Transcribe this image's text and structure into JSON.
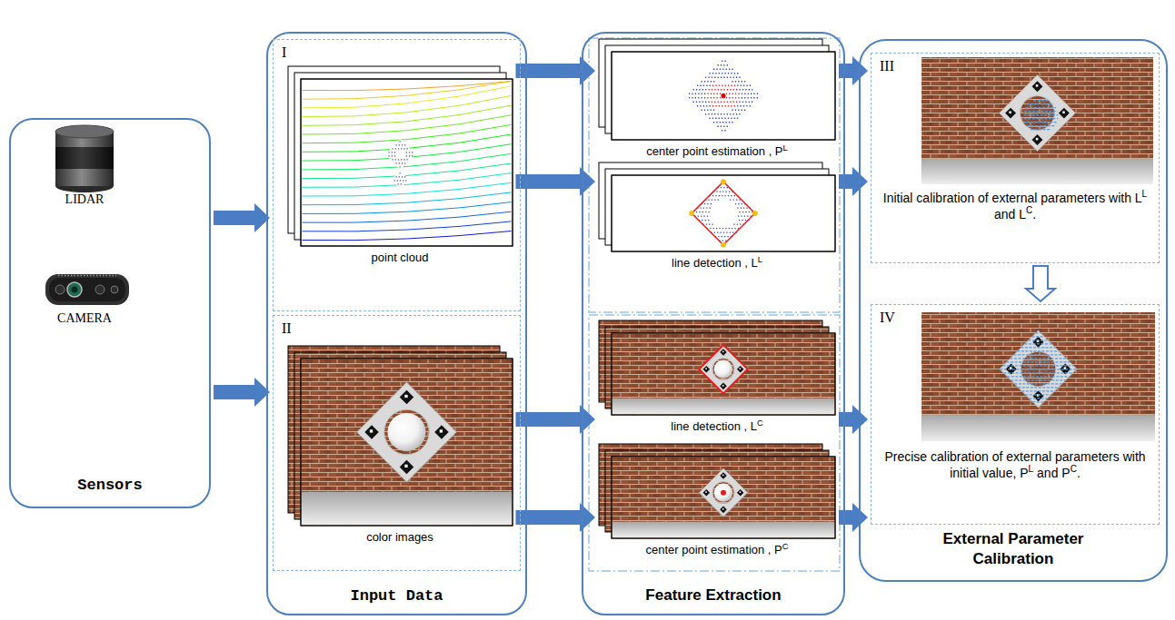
{
  "diagram": {
    "nodes": [
      {
        "text": [
          "Sensors"
        ]
      },
      {
        "text": [
          "Input Data"
        ]
      },
      {
        "text": [
          "I"
        ],
        "in": 1
      },
      {
        "text": [
          "point cloud"
        ],
        "in": 2
      },
      {
        "text": [
          "II"
        ],
        "in": 1
      },
      {
        "text": [
          "color images"
        ],
        "in": 4
      },
      {
        "text": [
          "Feature Extraction"
        ]
      },
      {
        "text": [
          "center point estimation , P",
          "L"
        ],
        "in": 6
      },
      {
        "text": [
          "line detection , L",
          "L"
        ],
        "in": 6
      },
      {
        "text": [
          "line detection , L",
          "C"
        ],
        "in": 6
      },
      {
        "text": [
          "center point estimation , P",
          "C"
        ],
        "in": 6
      },
      {
        "text": [
          "External Parameter Calibration"
        ]
      },
      {
        "text": [
          "III",
          "Initial calibration of external parameters with L",
          "L",
          " and L",
          "C",
          "."
        ],
        "in": 11
      },
      {
        "text": [
          "IV",
          "Precise calibration of external parameters with initial value, P",
          "L",
          " and P",
          "C",
          "."
        ],
        "in": 11
      }
    ],
    "edges": [
      {
        "from": 0,
        "to": 2,
        "arrow": "to"
      },
      {
        "from": 0,
        "to": 4,
        "arrow": "to"
      },
      {
        "from": 3,
        "to": 7,
        "arrow": "to"
      },
      {
        "from": 3,
        "to": 8,
        "arrow": "to"
      },
      {
        "from": 5,
        "to": 9,
        "arrow": "to"
      },
      {
        "from": 5,
        "to": 10,
        "arrow": "to"
      },
      {
        "from": 7,
        "to": 12,
        "arrow": "to"
      },
      {
        "from": 8,
        "to": 12,
        "arrow": "to"
      },
      {
        "from": 9,
        "to": 13,
        "arrow": "to"
      },
      {
        "from": 10,
        "to": 13,
        "arrow": "to"
      },
      {
        "from": 12,
        "to": 13,
        "arrow": "to"
      }
    ],
    "labels": [
      "LIDAR",
      "CAMERA"
    ]
  }
}
